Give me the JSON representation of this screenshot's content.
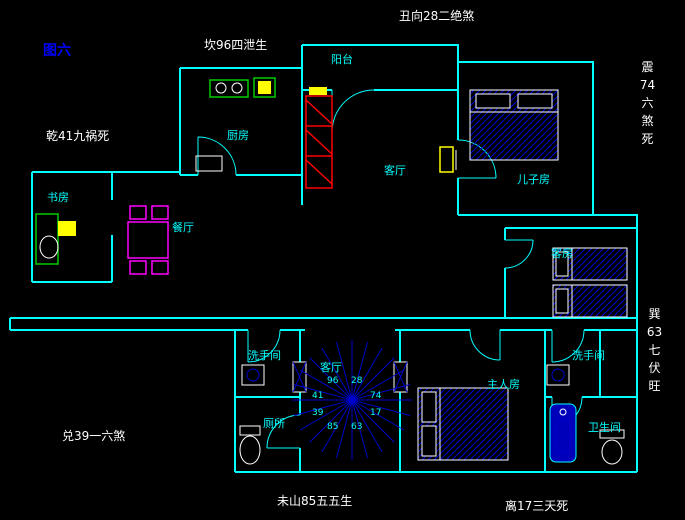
{
  "title": "图六",
  "annotations": {
    "chou": "丑向28二绝煞",
    "kan": "坎96四泄生",
    "qian": "乾41九祸死",
    "zhen": "震74六煞死",
    "xun": "巽63七伏旺",
    "dui": "兑39一六煞",
    "wei": "未山85五五生",
    "li": "离17三天死"
  },
  "rooms": {
    "balcony": "阳台",
    "kitchen": "厨房",
    "living_room": "客厅",
    "son_room": "儿子房",
    "study": "书房",
    "dining_room": "餐厅",
    "guest_room": "客房",
    "washroom_left": "洗手间",
    "stair_hall": "客厅",
    "master_room": "主人房",
    "washroom_right": "洗手间",
    "toilet": "厕所",
    "bathroom": "卫生间"
  },
  "compass_numbers": {
    "n96": "96",
    "n28": "28",
    "n41": "41",
    "n74": "74",
    "n39": "39",
    "n17": "17",
    "n85": "85",
    "n63": "63"
  },
  "colors": {
    "background": "#000000",
    "wall": "#00ffff",
    "annotation_text": "#ffffff",
    "title_text": "#0000ff",
    "room_text": "#00ffff",
    "bed_hatch": "#0000dd",
    "sofa": "#ff0000",
    "dining_set": "#ff00ff",
    "counter": "#00cc00",
    "accent_yellow": "#ffff00",
    "fixture": "#ffffff",
    "compass": "#0000cc"
  }
}
